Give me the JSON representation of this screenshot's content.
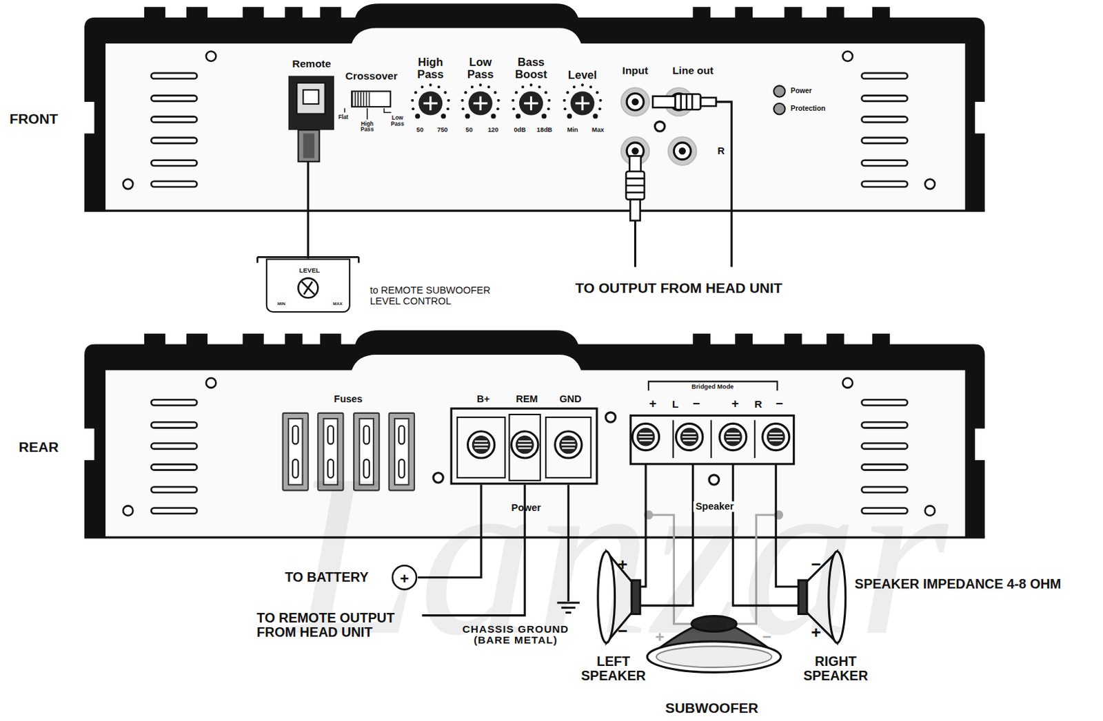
{
  "diagram": {
    "nodes": [
      {
        "text": [
          "FRONT"
        ]
      },
      {
        "text": [
          "LEVEL",
          "MIN",
          "MAX"
        ]
      },
      {
        "text": [
          "REAR"
        ]
      },
      {
        "text": [
          "B+",
          "REM",
          "GND",
          "Power"
        ],
        "in": 2
      },
      {
        "text": [
          "+",
          "L",
          "−",
          "+",
          "R",
          "−",
          "Speaker"
        ],
        "in": 2
      }
    ],
    "edges": [
      {
        "from": 0,
        "to": 1,
        "arrow": "none"
      }
    ],
    "labels": [
      "Remote",
      "Crossover",
      "Flat",
      "High Pass",
      "Low Pass",
      "High Pass",
      "Low Pass",
      "Bass Boost",
      "Level",
      "50",
      "750",
      "50",
      "120",
      "0dB",
      "18dB",
      "Min",
      "Max",
      "Input",
      "Line out",
      "R",
      "Power",
      "Protection",
      "to REMOTE SUBWOOFER LEVEL CONTROL",
      "TO OUTPUT FROM HEAD UNIT",
      "Fuses",
      "Bridged Mode",
      "TO BATTERY",
      "+",
      "TO REMOTE OUTPUT FROM HEAD UNIT",
      "CHASSIS GROUND (BARE METAL)",
      "+",
      "−",
      "LEFT SPEAKER",
      "+",
      "−",
      "−",
      "+",
      "RIGHT SPEAKER",
      "SPEAKER IMPEDANCE 4-8 OHM",
      "SUBWOOFER",
      "Lanzar"
    ]
  }
}
